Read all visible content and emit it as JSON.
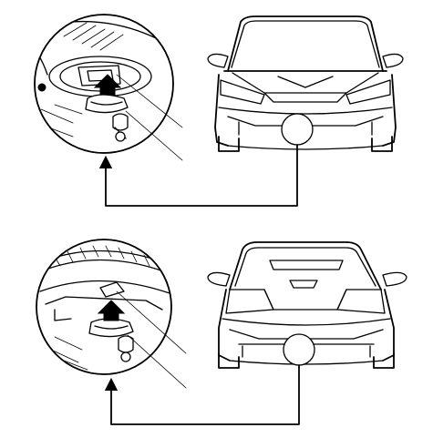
{
  "figure": {
    "panels": [
      {
        "view": "front",
        "detail_callouts": 2
      },
      {
        "view": "rear",
        "detail_callouts": 2
      }
    ],
    "colors": {
      "line": "#000000",
      "background": "#ffffff"
    }
  }
}
